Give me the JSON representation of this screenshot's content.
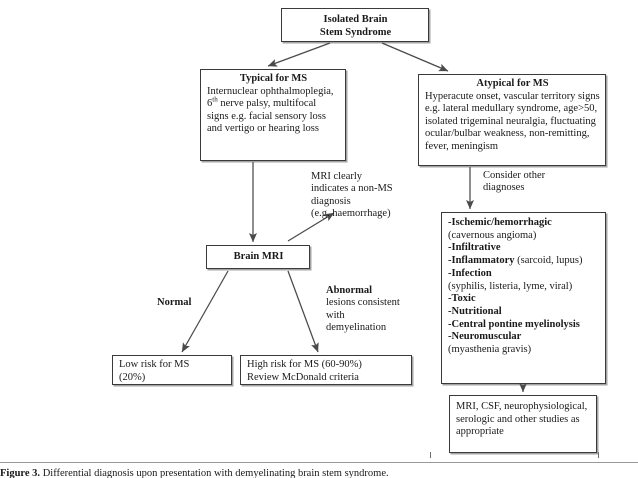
{
  "figure": {
    "type": "flowchart",
    "caption_label": "Figure 3.",
    "caption_text": "Differential diagnosis upon presentation with demyelinating brain stem syndrome."
  },
  "nodes": {
    "root": {
      "line1": "Isolated Brain",
      "line2": "Stem Syndrome"
    },
    "typical": {
      "title": "Typical for MS",
      "body_pre": "Internuclear ophthalmoplegia, 6",
      "body_sup": "th",
      "body_post": " nerve palsy, multifocal signs e.g. facial sensory loss and vertigo or hearing loss"
    },
    "atypical": {
      "title": "Atypical for MS",
      "body": "Hyperacute onset, vascular territory signs e.g. lateral medullary syndrome, age>50, isolated trigeminal neuralgia, fluctuating ocular/bulbar weakness, non-remitting, fever, meningism"
    },
    "brain_mri": {
      "title": "Brain MRI"
    },
    "low_risk": {
      "line1": "Low risk for MS",
      "line2": "(20%)"
    },
    "high_risk": {
      "line1": "High risk for MS (60-90%)",
      "line2": "Review McDonald criteria"
    },
    "ddx": {
      "items": [
        {
          "head": "-Ischemic/hemorrhagic",
          "detail": "(cavernous angioma)"
        },
        {
          "head": "-Infiltrative",
          "detail": ""
        },
        {
          "head": "-Inflammatory",
          "detail": " (sarcoid, lupus)"
        },
        {
          "head": "-Infection",
          "detail": "(syphilis, listeria, lyme, viral)"
        },
        {
          "head": "-Toxic",
          "detail": ""
        },
        {
          "head": "-Nutritional",
          "detail": ""
        },
        {
          "head": "-Central pontine myelinolysis",
          "detail": ""
        },
        {
          "head": "-Neuromuscular",
          "detail": "(myasthenia gravis)"
        }
      ]
    },
    "workup": {
      "text": "MRI, CSF, neurophysiological, serologic and other studies as appropriate"
    }
  },
  "labels": {
    "mri_clearly": "MRI clearly\nindicates a non-MS\ndiagnosis\n(e.g. haemorrhage)",
    "consider_other": "Consider other\ndiagnoses",
    "normal": "Normal",
    "abnormal_head": "Abnormal",
    "abnormal_body": "lesions consistent\nwith\ndemyelination"
  },
  "style": {
    "box_border_color": "#3a3a3a",
    "box_fill": "#ffffff",
    "text_color": "#1a1a1a",
    "connector_color": "#4a4a4a"
  }
}
